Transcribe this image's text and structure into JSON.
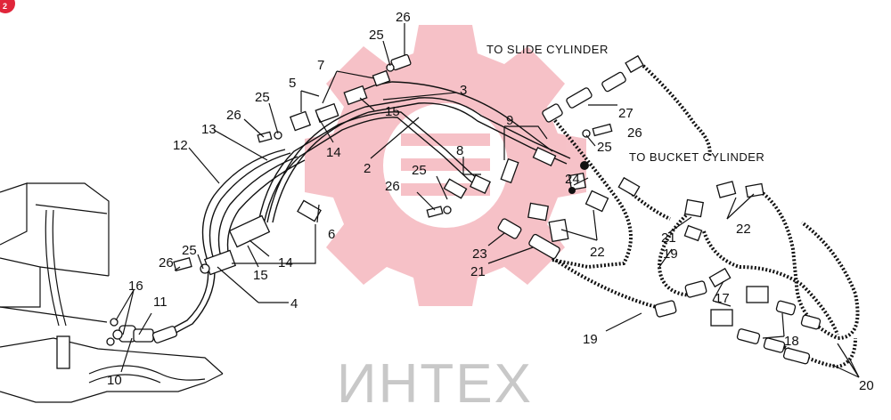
{
  "page_badge": "2",
  "captions": {
    "slide": "TO SLIDE CYLINDER",
    "bucket": "TO BUCKET CYLINDER"
  },
  "watermark": "ИНТЕХ",
  "callouts": [
    {
      "id": "26a",
      "text": "26"
    },
    {
      "id": "25a",
      "text": "25"
    },
    {
      "id": "7",
      "text": "7"
    },
    {
      "id": "3",
      "text": "3"
    },
    {
      "id": "5",
      "text": "5"
    },
    {
      "id": "25b",
      "text": "25"
    },
    {
      "id": "15a",
      "text": "15"
    },
    {
      "id": "26b",
      "text": "26"
    },
    {
      "id": "13",
      "text": "13"
    },
    {
      "id": "14a",
      "text": "14"
    },
    {
      "id": "12",
      "text": "12"
    },
    {
      "id": "2",
      "text": "2"
    },
    {
      "id": "9",
      "text": "9"
    },
    {
      "id": "27",
      "text": "27"
    },
    {
      "id": "26c",
      "text": "26"
    },
    {
      "id": "25c",
      "text": "25"
    },
    {
      "id": "8",
      "text": "8"
    },
    {
      "id": "25d",
      "text": "25"
    },
    {
      "id": "24",
      "text": "24"
    },
    {
      "id": "26d",
      "text": "26"
    },
    {
      "id": "6",
      "text": "6"
    },
    {
      "id": "22a",
      "text": "22"
    },
    {
      "id": "22b",
      "text": "22"
    },
    {
      "id": "21a",
      "text": "21"
    },
    {
      "id": "23",
      "text": "23"
    },
    {
      "id": "19a",
      "text": "19"
    },
    {
      "id": "25e",
      "text": "25"
    },
    {
      "id": "26e",
      "text": "26"
    },
    {
      "id": "14b",
      "text": "14"
    },
    {
      "id": "15b",
      "text": "15"
    },
    {
      "id": "21b",
      "text": "21"
    },
    {
      "id": "16",
      "text": "16"
    },
    {
      "id": "4",
      "text": "4"
    },
    {
      "id": "11",
      "text": "11"
    },
    {
      "id": "17",
      "text": "17"
    },
    {
      "id": "19b",
      "text": "19"
    },
    {
      "id": "18",
      "text": "18"
    },
    {
      "id": "10",
      "text": "10"
    },
    {
      "id": "20",
      "text": "20"
    }
  ]
}
